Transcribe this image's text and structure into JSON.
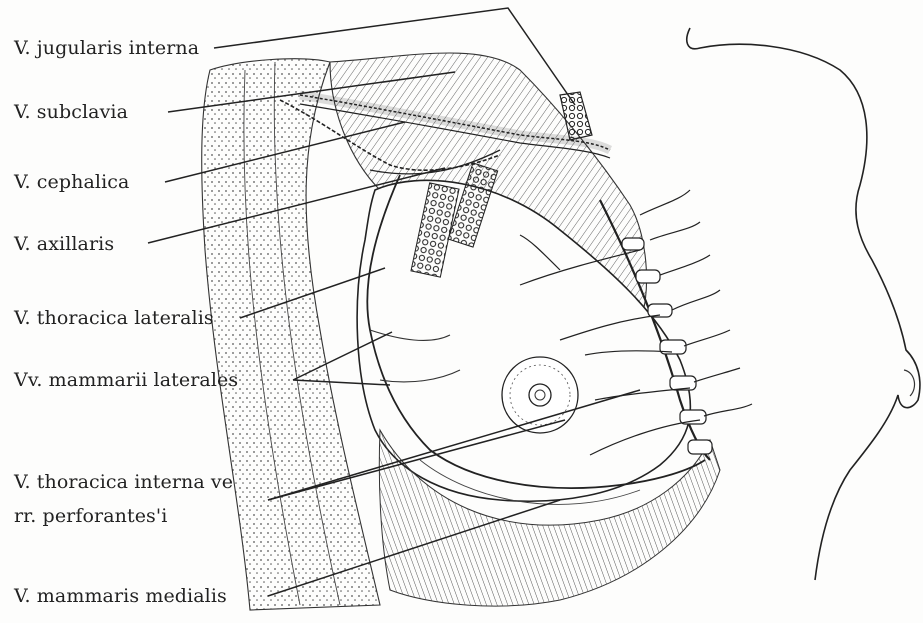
{
  "labels": {
    "jugularis_interna": "V. jugularis interna",
    "subclavia": "V. subclavia",
    "cephalica": "V. cephalica",
    "axillaris": "V. axillaris",
    "thoracica_lateralis": "V. thoracica lateralis",
    "mammarii_laterales": "Vv. mammarii laterales",
    "thoracica_interna_1": "V. thoracica interna ve",
    "thoracica_interna_2": "rr. perforantes'i",
    "mammaris_medialis": "V. mammaris medialis"
  }
}
